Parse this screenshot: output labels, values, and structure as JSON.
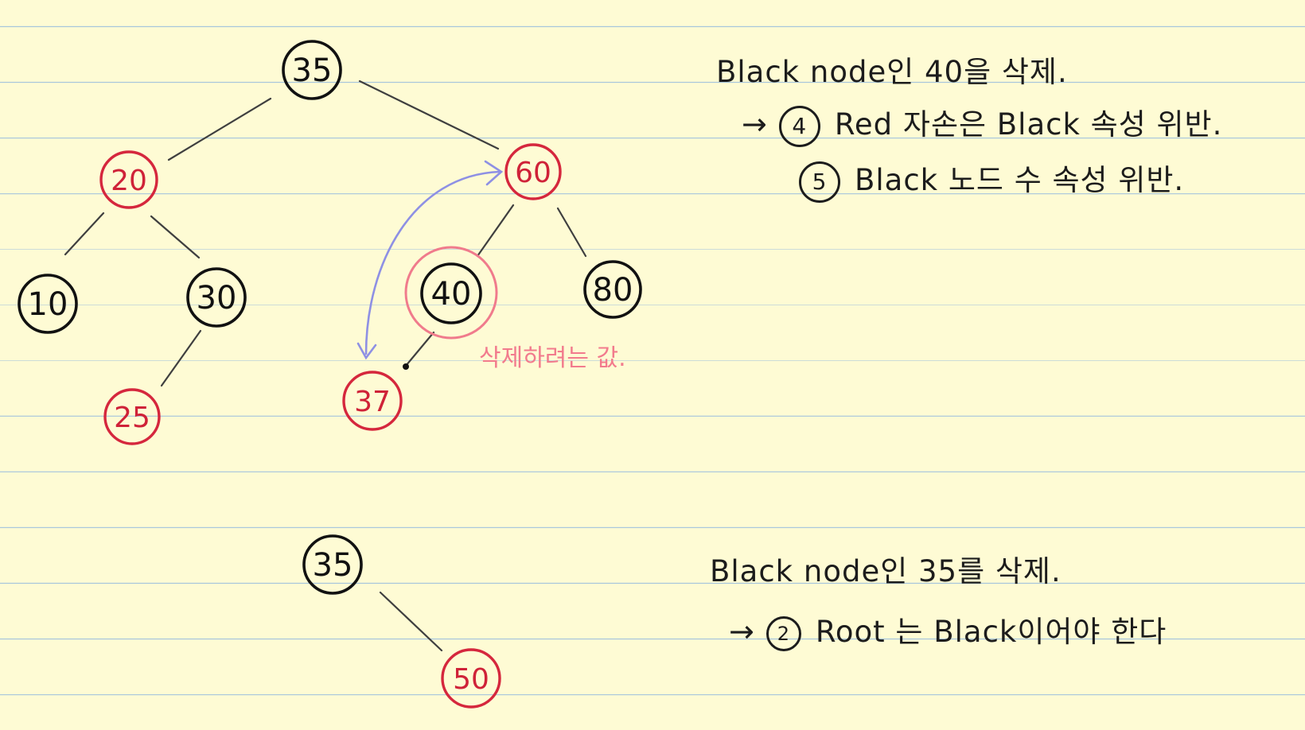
{
  "trees": [
    {
      "nodes": [
        {
          "id": "n35a",
          "label": "35",
          "color": "black"
        },
        {
          "id": "n20",
          "label": "20",
          "color": "red"
        },
        {
          "id": "n60",
          "label": "60",
          "color": "red"
        },
        {
          "id": "n10",
          "label": "10",
          "color": "black"
        },
        {
          "id": "n30",
          "label": "30",
          "color": "black"
        },
        {
          "id": "n25",
          "label": "25",
          "color": "red"
        },
        {
          "id": "n40",
          "label": "40",
          "color": "black",
          "highlight": "pink"
        },
        {
          "id": "n80",
          "label": "80",
          "color": "black"
        },
        {
          "id": "n37",
          "label": "37",
          "color": "red"
        }
      ],
      "annotation": "삭제하려는 값."
    },
    {
      "nodes": [
        {
          "id": "n35b",
          "label": "35",
          "color": "black"
        },
        {
          "id": "n50",
          "label": "50",
          "color": "red"
        }
      ]
    }
  ],
  "notes": {
    "top": {
      "title": "Black node인 40을 삭제.",
      "arrow": "→",
      "line1_num": "4",
      "line1": "Red 자손은 Black 속성 위반.",
      "line2_num": "5",
      "line2": "Black 노드 수 속성 위반."
    },
    "bottom": {
      "title": "Black node인 35를 삭제.",
      "arrow": "→",
      "line1_num": "2",
      "line1": "Root 는 Black이어야 한다"
    }
  },
  "colors": {
    "paper": "#fefbd4",
    "rule": "#a8c6dc",
    "ink": "#1c1c1c",
    "red": "#d5273d",
    "pink": "#f07b8c",
    "swap": "#8e90e4"
  }
}
